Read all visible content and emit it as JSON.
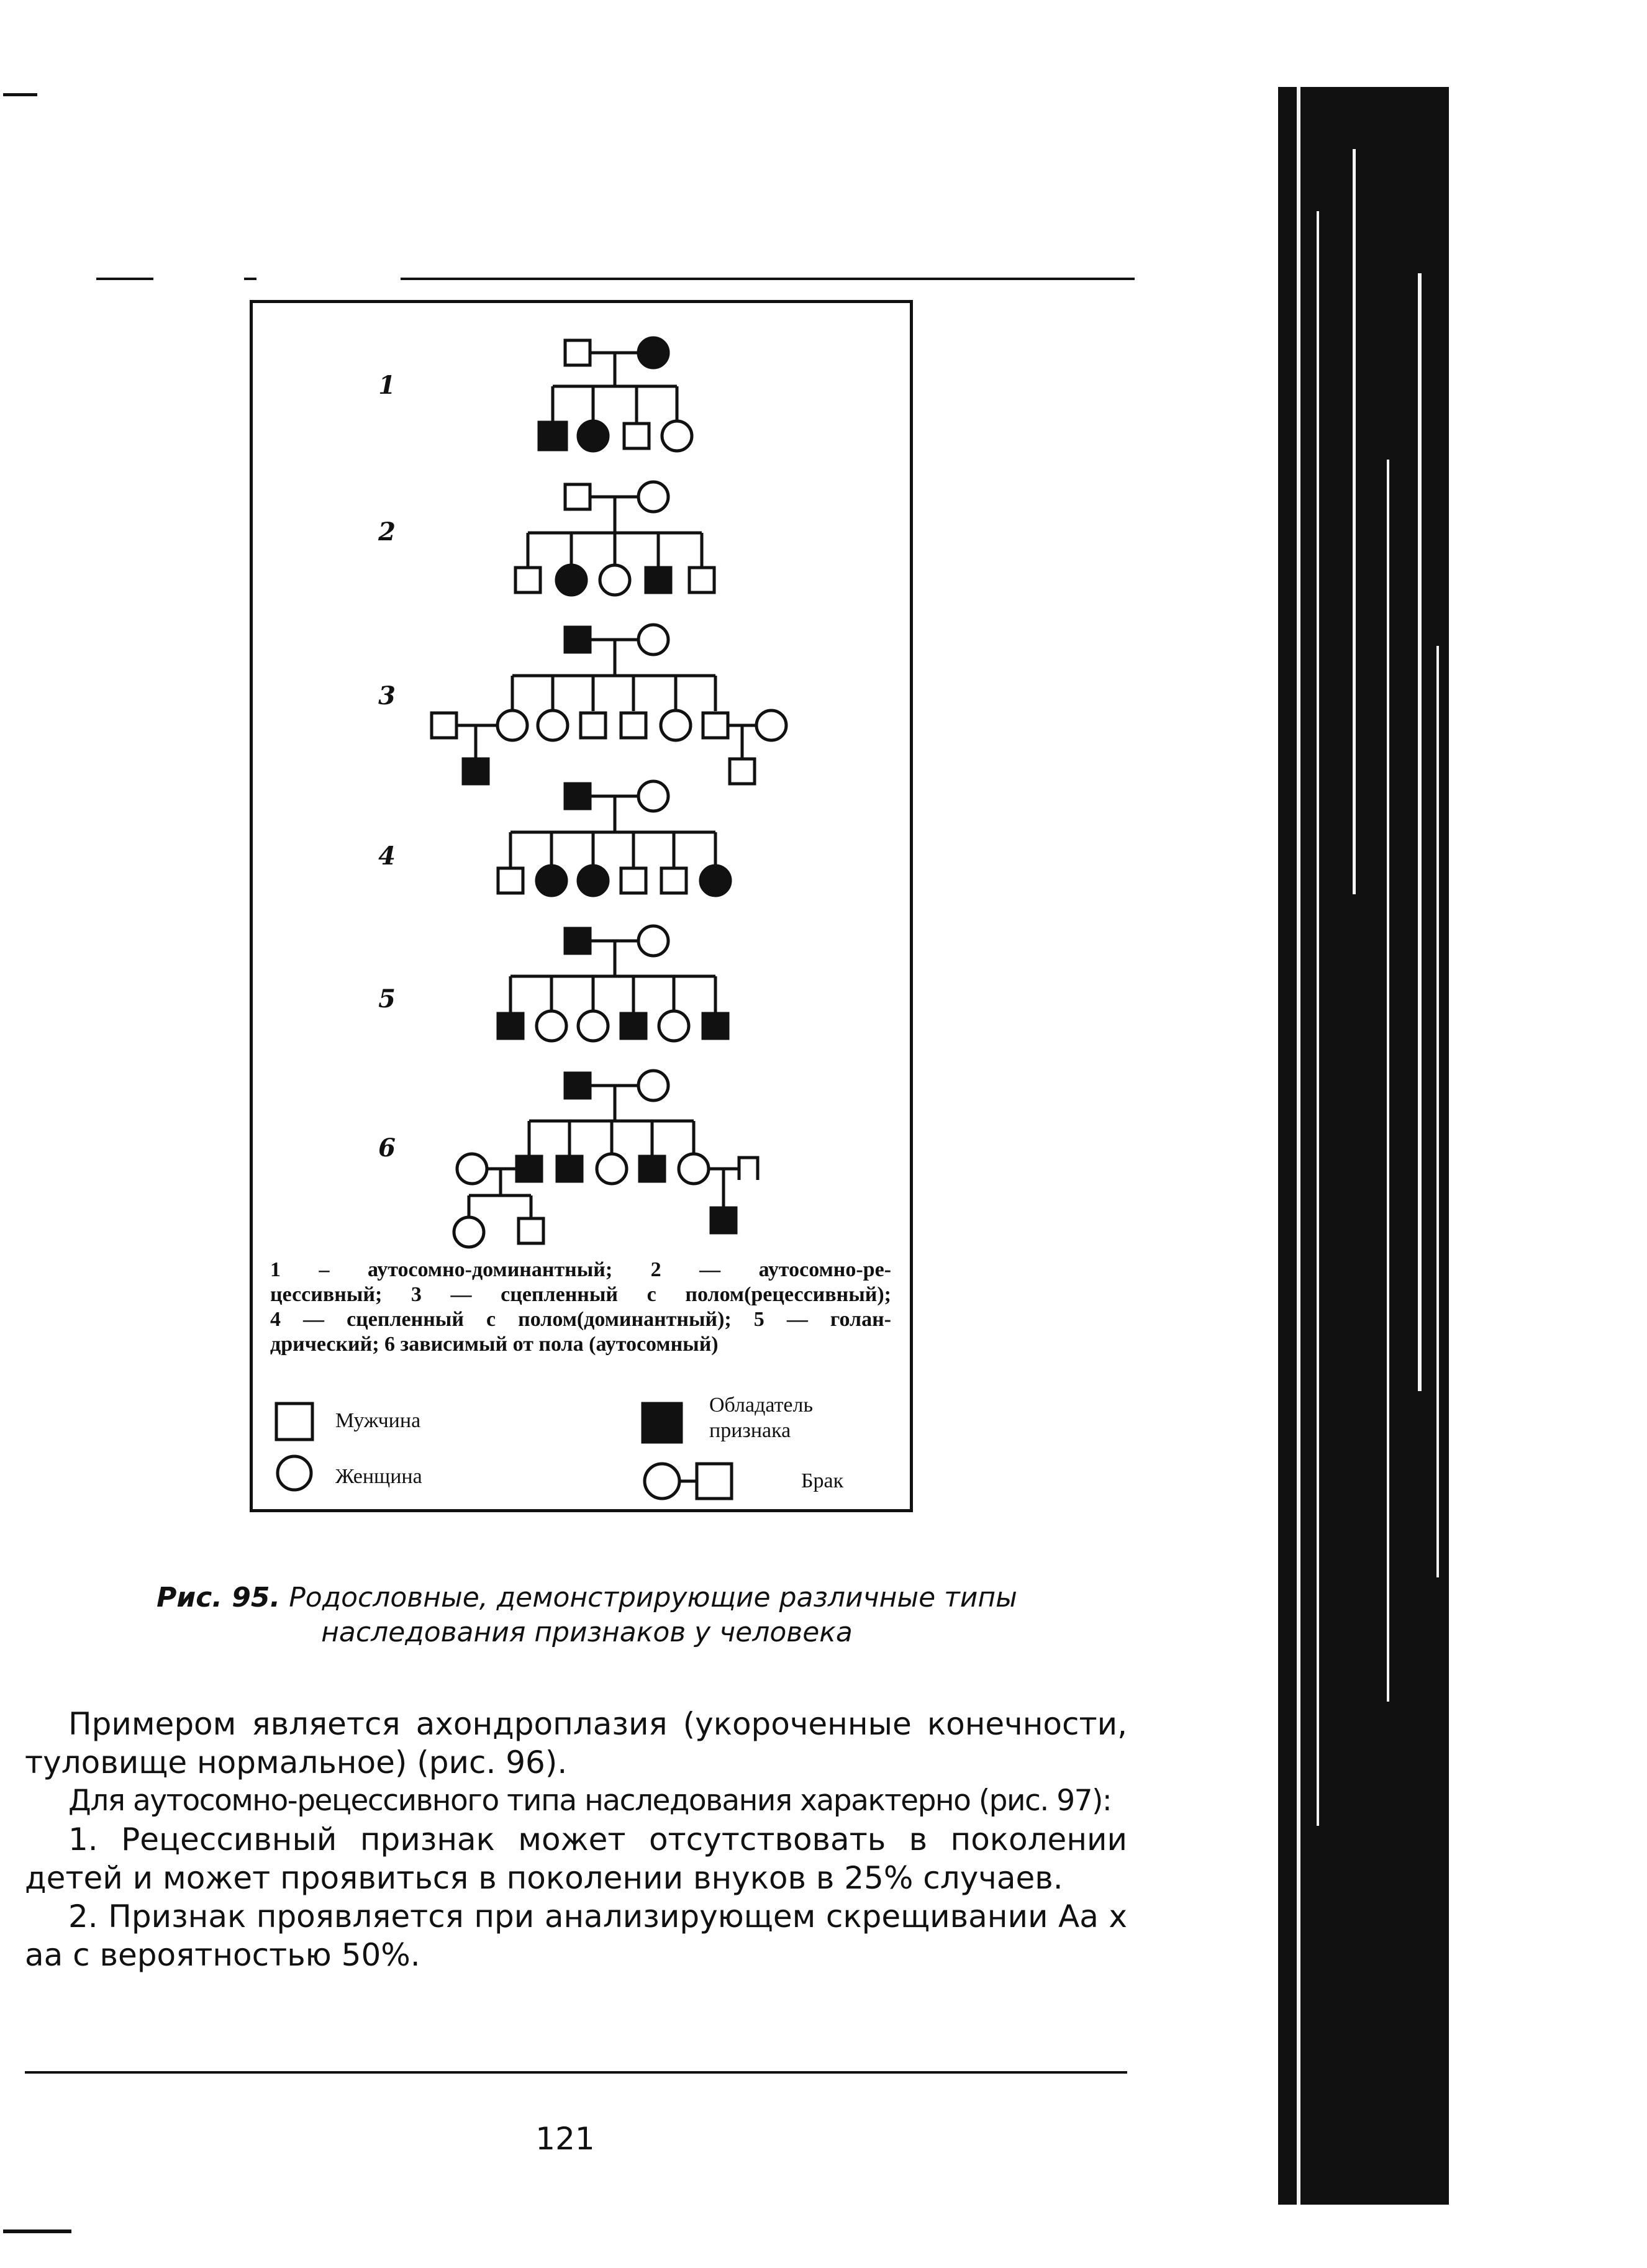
{
  "figure": {
    "generations": [
      "1",
      "2",
      "3",
      "4",
      "5",
      "6"
    ],
    "caption_lines": [
      "1 – аутосомно-доминантный; 2 — аутосомно-ре-",
      "цессивный; 3 — сцепленный с полом(рецессивный);",
      "4 — сцепленный с полом(доминантный); 5 — голан-",
      "дрический; 6 зависимый от пола (аутосомный)"
    ],
    "legend": {
      "male": "Мужчина",
      "female": "Женщина",
      "affected_line1": "Обладатель",
      "affected_line2": "признака",
      "marriage": "Брак"
    }
  },
  "figure_caption": {
    "number": "Рис. 95.",
    "line1": "Родословные, демонстрирующие различные типы",
    "line2": "наследования признаков у человека"
  },
  "body": {
    "p1": "Примером является ахондроплазия (укороченные конечности, туловище нормальное) (рис. 96).",
    "p2": "Для аутосомно-рецессивного типа наследования характерно (рис. 97):",
    "p3": "1. Рецессивный признак может отсутствовать в поколении детей и может проявиться в поколении внуков в 25% случаев.",
    "p4": "2. Признак проявляется при анализирующем скрещивании Аа х аа с вероятностью 50%."
  },
  "page_number": "121"
}
